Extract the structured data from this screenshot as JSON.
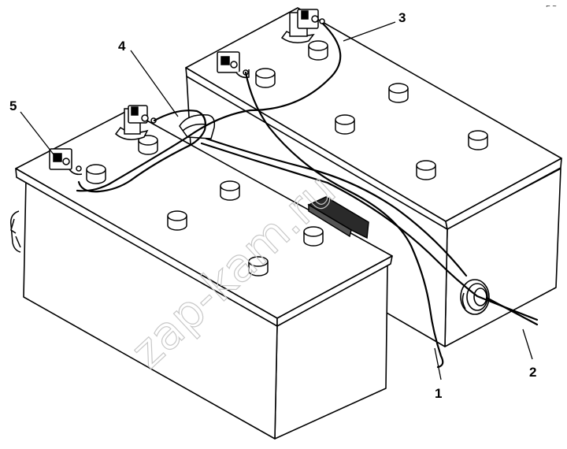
{
  "diagram": {
    "callouts": [
      {
        "id": "callout-1",
        "text": "1"
      },
      {
        "id": "callout-2",
        "text": "2"
      },
      {
        "id": "callout-3",
        "text": "3"
      },
      {
        "id": "callout-4",
        "text": "4"
      },
      {
        "id": "callout-5",
        "text": "5"
      }
    ],
    "watermark": "zap-kam.ru",
    "corner_mark": "⌐ ~"
  }
}
